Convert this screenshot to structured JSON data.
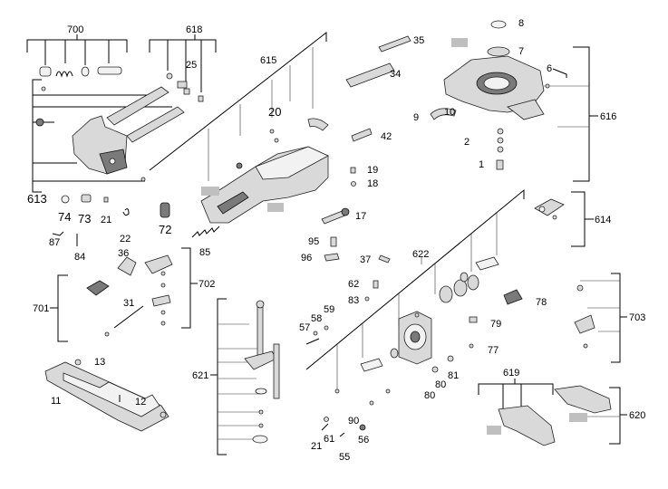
{
  "diagram": {
    "labels": {
      "l700": "700",
      "l618": "618",
      "l615": "615",
      "l616": "616",
      "l613": "613",
      "l614": "614",
      "l622": "622",
      "l702": "702",
      "l701": "701",
      "l703": "703",
      "l621": "621",
      "l619": "619",
      "l620": "620",
      "l8": "8",
      "l7": "7",
      "l6": "6",
      "l35": "35",
      "l34": "34",
      "l25": "25",
      "l20": "20",
      "l42": "42",
      "l10": "10",
      "l9": "9",
      "l2": "2",
      "l1": "1",
      "l19": "19",
      "l18": "18",
      "l17": "17",
      "l74": "74",
      "l73": "73",
      "l21a": "21",
      "l72": "72",
      "l87": "87",
      "l84": "84",
      "l22": "22",
      "l85": "85",
      "l95": "95",
      "l96": "96",
      "l37": "37",
      "l36": "36",
      "l62": "62",
      "l83": "83",
      "l31": "31",
      "l59": "59",
      "l58": "58",
      "l57": "57",
      "l78": "78",
      "l79": "79",
      "l77": "77",
      "l13": "13",
      "l11": "11",
      "l12": "12",
      "l81": "81",
      "l80a": "80",
      "l80b": "80",
      "l90": "90",
      "l61": "61",
      "l56": "56",
      "l21b": "21",
      "l55": "55"
    }
  }
}
